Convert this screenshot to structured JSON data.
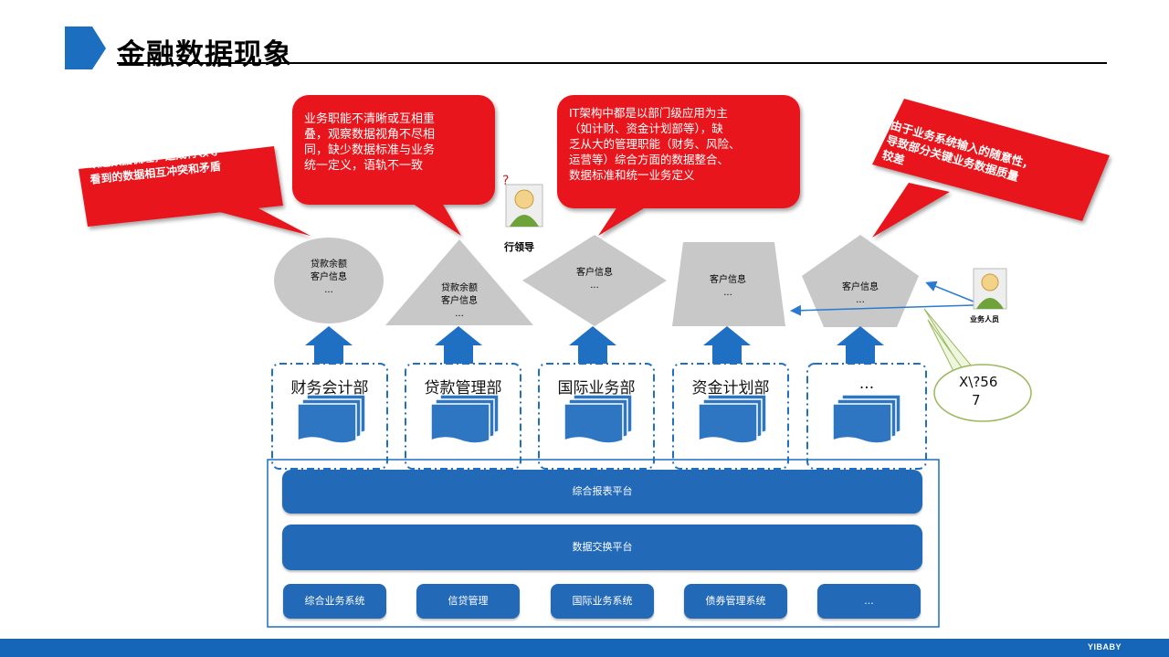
{
  "title": "金融数据现象",
  "bubbles": [
    {
      "lines": [
        "缺乏数据梳理，造成行领导",
        "看到的数据相互冲突和矛盾"
      ]
    },
    {
      "lines": [
        "业务职能不清晰或互相重",
        "叠，观察数据视角不尽相",
        "同，缺少数据标准与业务",
        "统一定义，语轨不一致"
      ]
    },
    {
      "lines": [
        "IT架构中都是以部门级应用为主",
        "（如计财、资金计划部等），缺",
        "乏从大的管理职能（财务、风险、",
        "运营等）综合方面的数据整合、",
        "数据标准和统一业务定义"
      ]
    },
    {
      "lines": [
        "由于业务系统输入的随意性，",
        "导致部分关键业务数据质量",
        "较差"
      ]
    }
  ],
  "persons": {
    "leader": "行领导",
    "staff": "业务人员"
  },
  "shapes": [
    {
      "lines": [
        "贷款余额",
        "客户信息",
        "..."
      ]
    },
    {
      "lines": [
        "贷款余额",
        "客户信息",
        "..."
      ]
    },
    {
      "lines": [
        "客户信息",
        "..."
      ]
    },
    {
      "lines": [
        "客户信息",
        "..."
      ]
    },
    {
      "lines": [
        "客户信息",
        "..."
      ]
    }
  ],
  "departments": [
    "财务会计部",
    "贷款管理部",
    "国际业务部",
    "资金计划部",
    "..."
  ],
  "platforms": [
    "综合报表平台",
    "数据交换平台"
  ],
  "systems": [
    "综合业务系统",
    "信贷管理",
    "国际业务系统",
    "债券管理系统",
    "..."
  ],
  "garbled_note": {
    "lines": [
      "X\\?56",
      "7"
    ]
  },
  "footer_brand": "YIBABY",
  "colors": {
    "accent_blue": "#2269b8",
    "bubble_red": "#e8141b",
    "shape_gray": "#c8c8c8",
    "footer_blue": "#1565b8"
  }
}
